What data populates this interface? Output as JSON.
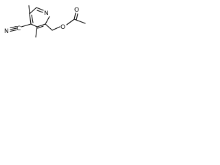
{
  "molecule": {
    "atoms": {
      "ring_nitrogen": "N",
      "nitrile_nitrogen": "N",
      "nitrile_carbon": "C",
      "ether_oxygen": "O",
      "carbonyl_oxygen": "O"
    }
  },
  "colors": {
    "background": "#ffffff",
    "ink": "#000000"
  }
}
